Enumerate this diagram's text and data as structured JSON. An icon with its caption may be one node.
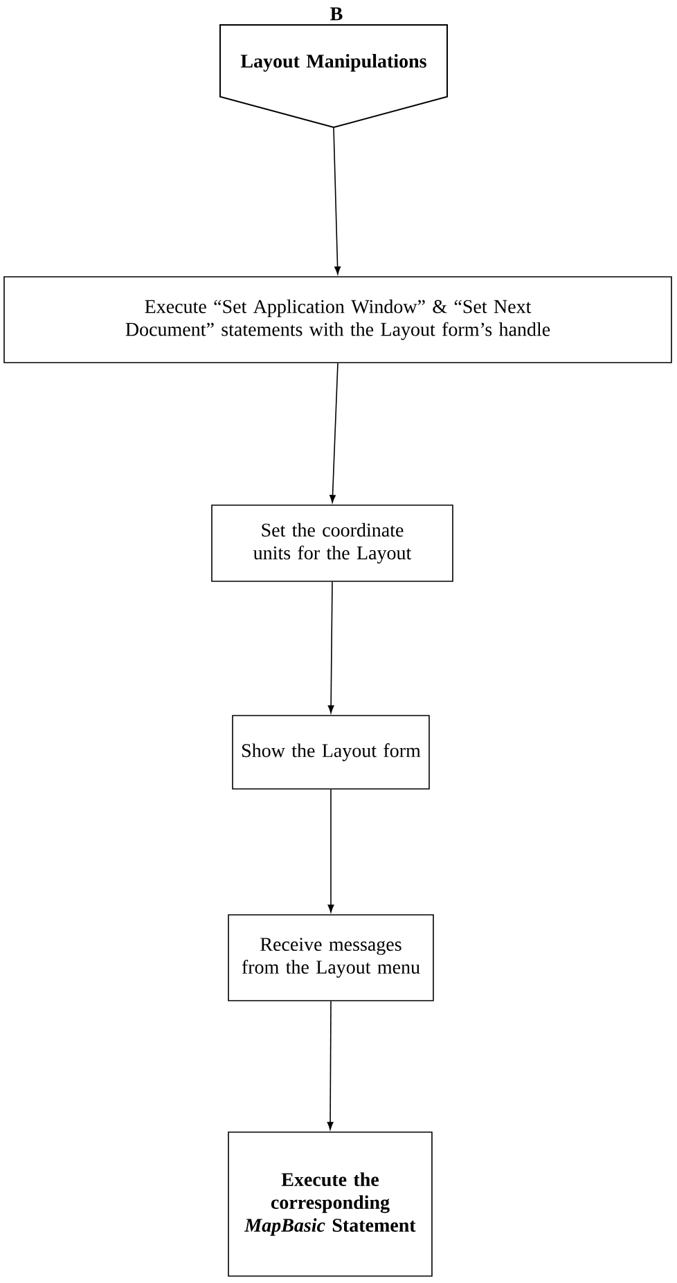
{
  "diagram": {
    "title": "B",
    "nodes": [
      {
        "text": [
          "Layout Manipulations"
        ]
      },
      {
        "text": [
          "Execute “Set Application Window” & “Set Next Document” statements with the Layout form’s handle"
        ]
      },
      {
        "text": [
          "Set the coordinate units for the Layout"
        ]
      },
      {
        "text": [
          "Show the Layout form"
        ]
      },
      {
        "text": [
          "Receive messages from the Layout menu"
        ]
      },
      {
        "text": [
          "Execute the corresponding *MapBasic* Statement"
        ]
      }
    ],
    "edges": [
      {
        "from": 0,
        "to": 1,
        "arrow": "to"
      },
      {
        "from": 1,
        "to": 2,
        "arrow": "to"
      },
      {
        "from": 2,
        "to": 3,
        "arrow": "to"
      },
      {
        "from": 3,
        "to": 4,
        "arrow": "to"
      },
      {
        "from": 4,
        "to": 5,
        "arrow": "to"
      }
    ]
  }
}
